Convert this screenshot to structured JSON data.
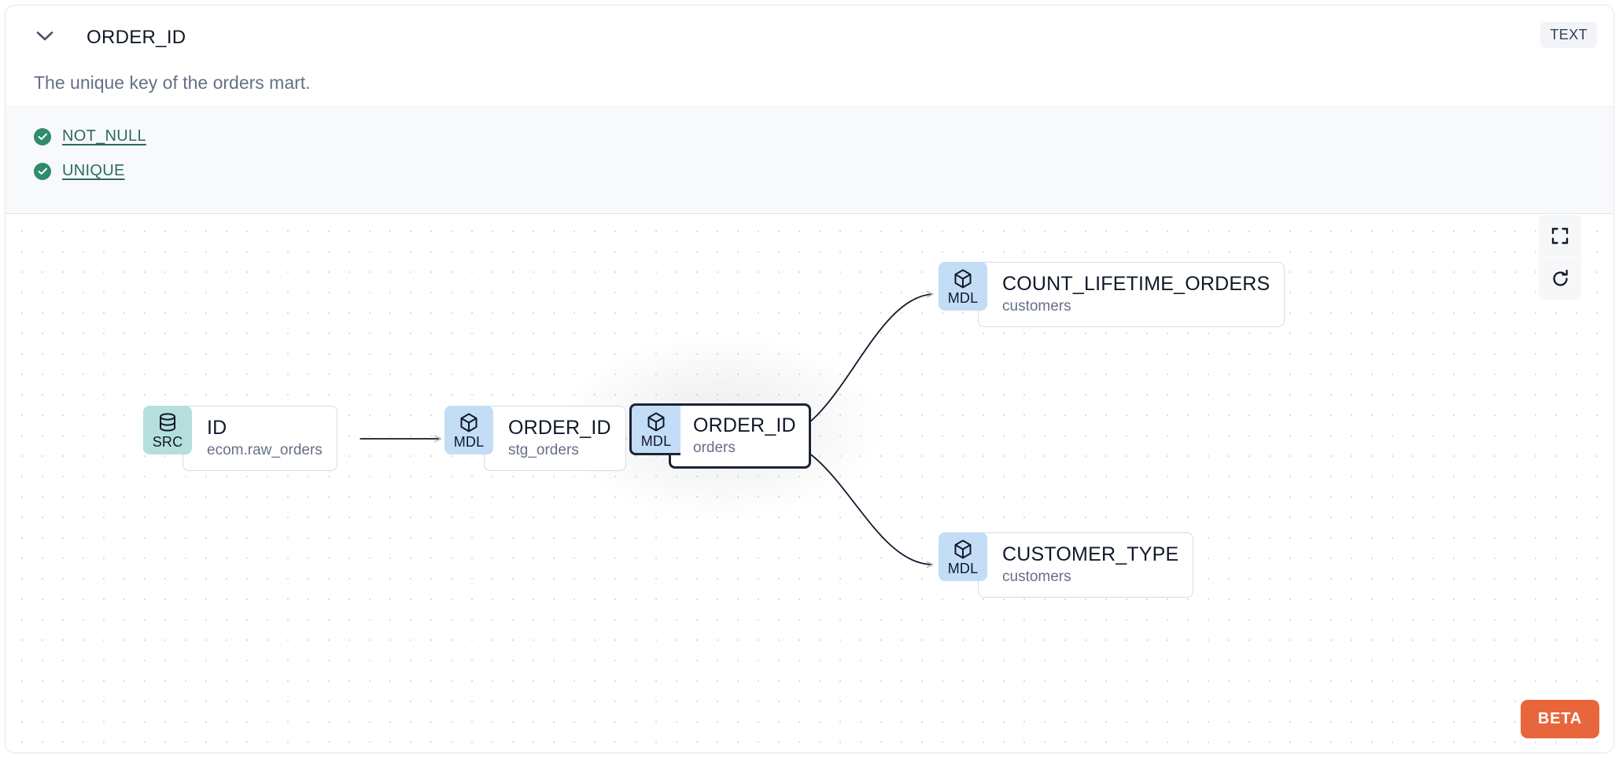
{
  "header": {
    "chevron_icon": "chevron-down-icon",
    "title": "ORDER_ID",
    "type_badge": "TEXT"
  },
  "description": "The unique key of the orders mart.",
  "tests": [
    {
      "icon": "check-circle-icon",
      "label": "NOT_NULL",
      "status": "pass"
    },
    {
      "icon": "check-circle-icon",
      "label": "UNIQUE",
      "status": "pass"
    }
  ],
  "lineage": {
    "nodes": [
      {
        "id": "n0",
        "badge": "SRC",
        "badge_icon": "database-icon",
        "name": "ID",
        "sub": "ecom.raw_orders",
        "selected": false
      },
      {
        "id": "n1",
        "badge": "MDL",
        "badge_icon": "cube-icon",
        "name": "ORDER_ID",
        "sub": "stg_orders",
        "selected": false
      },
      {
        "id": "n2",
        "badge": "MDL",
        "badge_icon": "cube-icon",
        "name": "ORDER_ID",
        "sub": "orders",
        "selected": true
      },
      {
        "id": "n3",
        "badge": "MDL",
        "badge_icon": "cube-icon",
        "name": "COUNT_LIFETIME_ORDERS",
        "sub": "customers",
        "selected": false
      },
      {
        "id": "n4",
        "badge": "MDL",
        "badge_icon": "cube-icon",
        "name": "CUSTOMER_TYPE",
        "sub": "customers",
        "selected": false
      }
    ],
    "controls": [
      {
        "icon": "fit-view-icon",
        "name": "fit-view-button"
      },
      {
        "icon": "refresh-icon",
        "name": "refresh-button"
      }
    ],
    "beta_label": "BETA"
  },
  "colors": {
    "src_badge": "#b5dfdc",
    "mdl_badge": "#c3ddf6",
    "test_pass": "#2e8b6d",
    "test_link": "#2a6b63",
    "beta": "#e8663c",
    "selected_border": "#1b2433"
  }
}
